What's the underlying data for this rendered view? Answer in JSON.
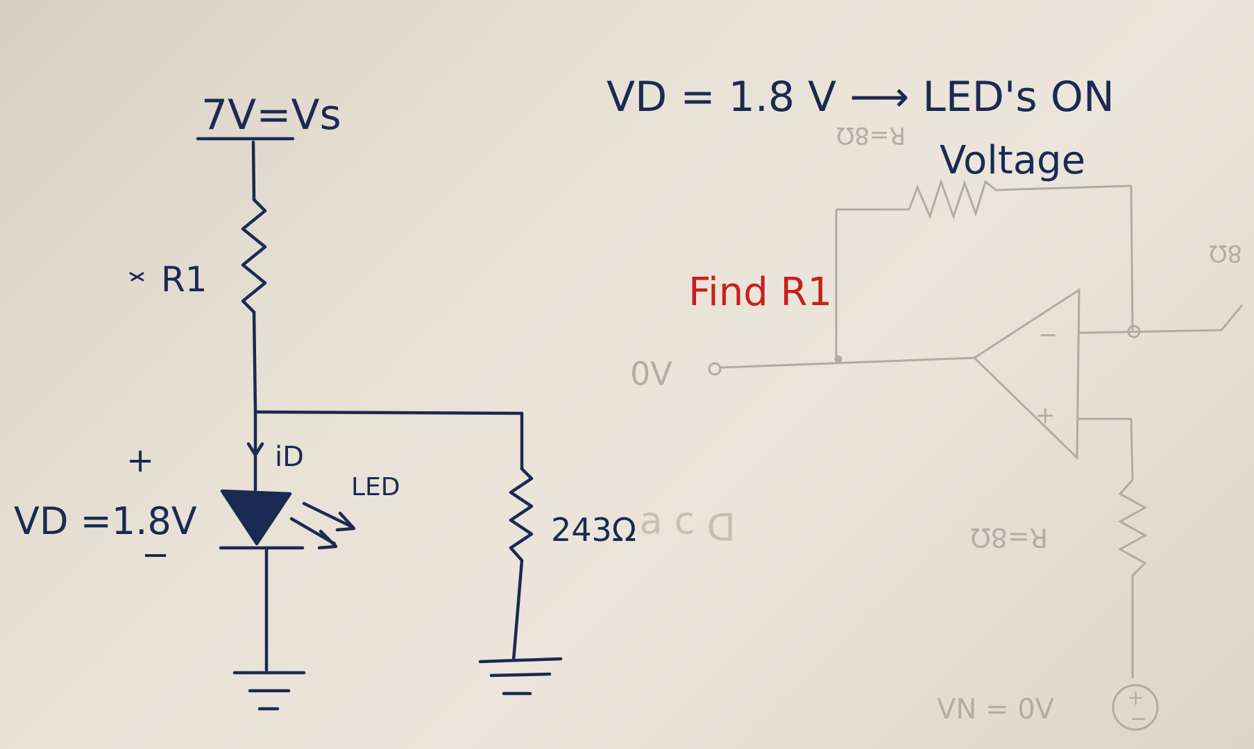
{
  "labels": {
    "supply": "7V=Vs",
    "resistor_r1": "R1",
    "current": "iD",
    "plus_sign": "+",
    "minus_sign": "−",
    "diode_voltage": "VD =1.8V",
    "led": "LED",
    "load_resistor": "243Ω"
  },
  "notes": {
    "condition_line1": "VD = 1.8 V ⟶ LED's ON",
    "condition_line2": "Voltage",
    "task": "Find R1"
  },
  "faint_background_sketch": {
    "input": "0V",
    "feedback_resistor": "R=8Ω",
    "right_resistor": "8Ω",
    "lower_resistor": "R=8Ω",
    "source": "VN = 0V",
    "minus_input": "−",
    "plus_input": "+"
  },
  "colors": {
    "ink_blue": "#1b2a52",
    "ink_red": "#c8201c",
    "pencil": "#a7a29a"
  }
}
